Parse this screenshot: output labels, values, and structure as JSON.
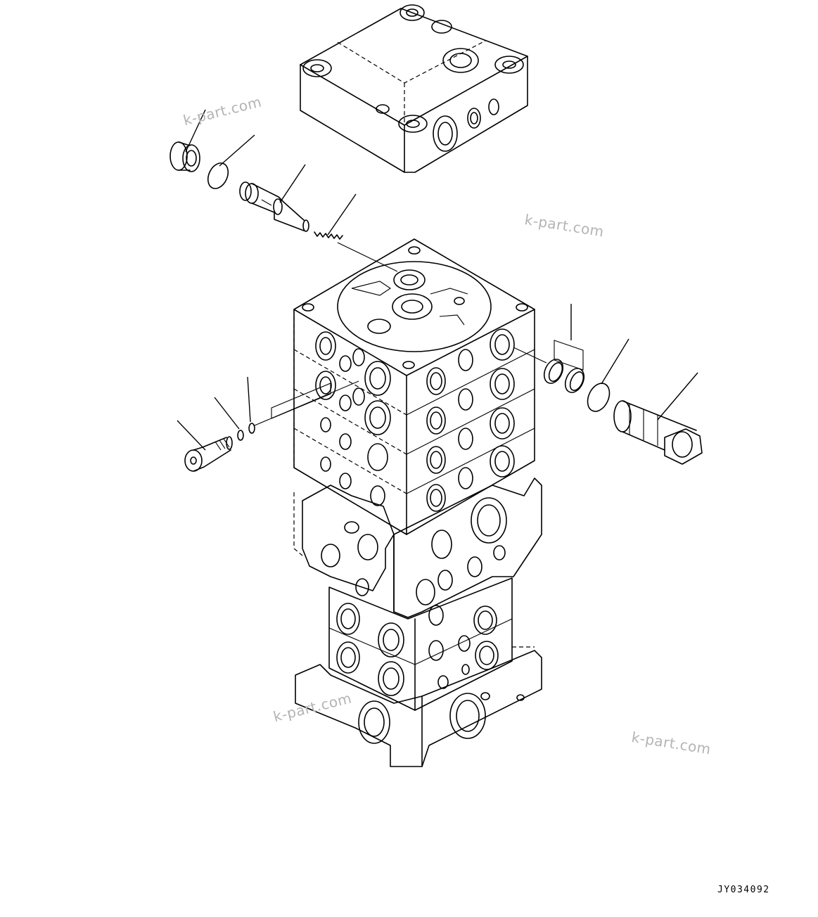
{
  "diagram": {
    "watermarks": [
      "k-part.com",
      "k-part.com",
      "k-part.com",
      "k-part.com"
    ],
    "drawing_id": "JY034092"
  }
}
